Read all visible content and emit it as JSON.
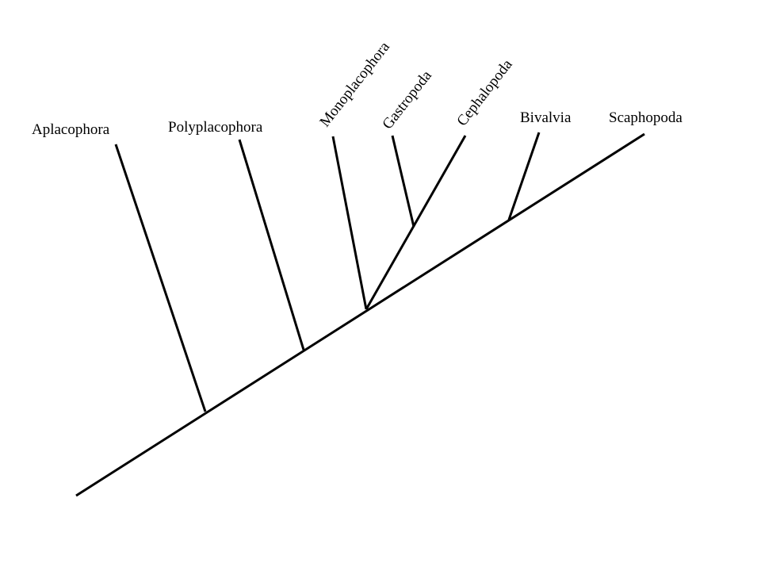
{
  "diagram": {
    "type": "cladogram",
    "line_color": "#000000",
    "background": "#ffffff",
    "taxa": [
      {
        "id": "aplacophora",
        "label": "Aplacophora"
      },
      {
        "id": "polyplacophora",
        "label": "Polyplacophora"
      },
      {
        "id": "monoplacophora",
        "label": "Monoplacophora"
      },
      {
        "id": "gastropoda",
        "label": "Gastropoda"
      },
      {
        "id": "cephalopoda",
        "label": "Cephalopoda"
      },
      {
        "id": "bivalvia",
        "label": "Bivalvia"
      },
      {
        "id": "scaphopoda",
        "label": "Scaphopoda"
      }
    ],
    "clades": [
      {
        "id": "mollusca",
        "members": [
          "aplacophora",
          "polyplacophora",
          "monoplacophora",
          "gastropoda",
          "cephalopoda",
          "bivalvia",
          "scaphopoda"
        ]
      },
      {
        "id": "clade-a",
        "members": [
          "polyplacophora",
          "monoplacophora",
          "gastropoda",
          "cephalopoda",
          "bivalvia",
          "scaphopoda"
        ]
      },
      {
        "id": "clade-b",
        "members": [
          "monoplacophora",
          "gastropoda",
          "cephalopoda",
          "bivalvia",
          "scaphopoda"
        ]
      },
      {
        "id": "clade-c",
        "members": [
          "gastropoda",
          "cephalopoda"
        ]
      },
      {
        "id": "clade-d",
        "members": [
          "bivalvia",
          "scaphopoda"
        ]
      }
    ]
  }
}
